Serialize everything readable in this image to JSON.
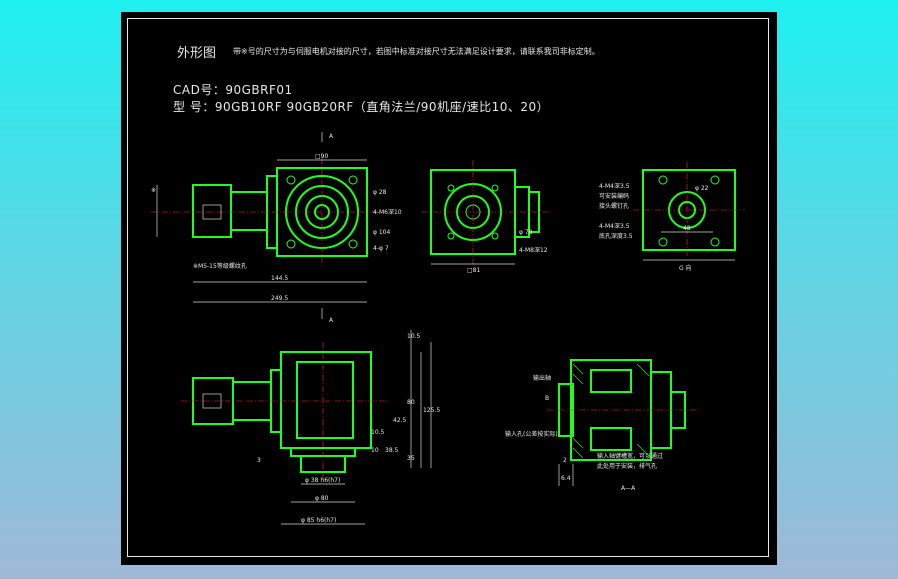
{
  "header": {
    "title": "外形图",
    "note": "带※号的尺寸为与伺服电机对接的尺寸，若图中标准对接尺寸无法满足设计要求，请联系我司非标定制。",
    "cad_number": "CAD号：90GBRF01",
    "model": "型  号：90GB10RF   90GB20RF（直角法兰/90机座/速比10、20）"
  },
  "labels": {
    "section_mark": "A",
    "dim_square": "□90",
    "dim_square2": "□81",
    "dim_144": "144.5",
    "dim_total": "249.5",
    "dim_phi_top": "φ 28",
    "dim_4m": "4-M6深10",
    "dim_phi_104": "φ 104",
    "dim_4phi": "4-φ 7",
    "dim_phi_78": "φ 78",
    "dim_4m10": "4-M8深12",
    "dim_motor": "※M5-15等级螺纹孔",
    "right_a": "4-M4深3.5",
    "right_b": "可安装编码",
    "right_c": "接头螺钉孔",
    "right_d": "4-M4深3.5",
    "right_e": "底孔深度3.5",
    "right_phi": "φ 22",
    "right_dim": "48",
    "right_bottom": "G 向",
    "front_dims": [
      "10.5",
      "80",
      "125.5",
      "42.5",
      "10.5",
      "10",
      "38.5",
      "35"
    ],
    "front_bottom1": "φ 38 h6(h7)",
    "front_bottom2": "φ 80",
    "front_bottom3": "φ 85 h6(h7)",
    "front_left": "3",
    "sec_label1": "输出轴",
    "sec_label2": "B",
    "sec_label3": "输入孔(公差按实际)",
    "sec_note1": "输入轴键槽宽，可以通过",
    "sec_note2": "此处用于安装，排气孔",
    "sec_dim1": "2",
    "sec_dim2": "6.4",
    "sec_title": "A—A",
    "side_labels": [
      "※"
    ]
  }
}
